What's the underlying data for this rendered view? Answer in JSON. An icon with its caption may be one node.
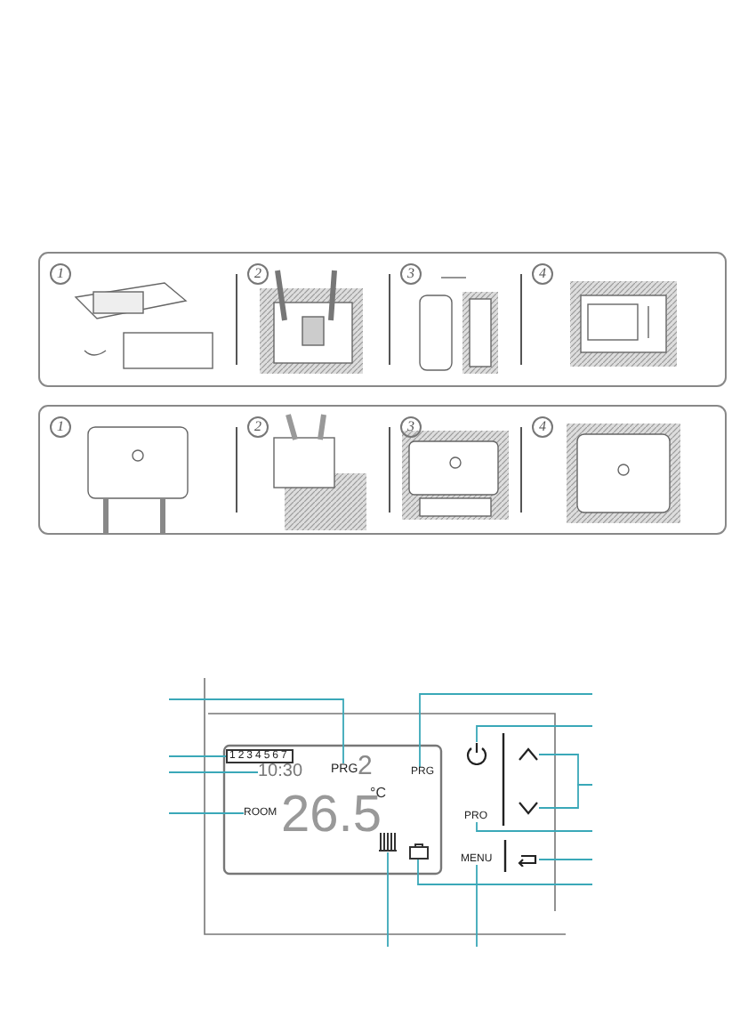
{
  "diagram": {
    "nodes": [
      {
        "text": [
          "PRG"
        ]
      },
      {
        "text": [
          "1234567"
        ]
      },
      {
        "text": [
          "10:30"
        ]
      },
      {
        "text": [
          "ROOM"
        ]
      },
      {
        "text": [],
        "shape": "radiator"
      },
      {
        "text": [
          "PRG"
        ]
      },
      {
        "text": [],
        "shape": "suitcase"
      },
      {
        "text": [],
        "shape": "button"
      },
      {
        "text": [],
        "shape": "button"
      },
      {
        "text": [],
        "shape": "button"
      },
      {
        "text": [
          "PRO"
        ]
      },
      {
        "text": [],
        "shape": "button"
      },
      {
        "text": [
          "MENU"
        ]
      }
    ],
    "edges": [
      {
        "from": null,
        "to": 0,
        "arrow": "none"
      },
      {
        "from": null,
        "to": 1,
        "arrow": "none"
      },
      {
        "from": null,
        "to": 2,
        "arrow": "none"
      },
      {
        "from": null,
        "to": 3,
        "arrow": "none"
      },
      {
        "from": null,
        "to": 4,
        "arrow": "none"
      },
      {
        "from": null,
        "to": 5,
        "arrow": "none"
      },
      {
        "from": null,
        "to": 6,
        "arrow": "none"
      },
      {
        "from": null,
        "to": 7,
        "arrow": "none"
      },
      {
        "from": null,
        "to": 8,
        "arrow": "none"
      },
      {
        "from": null,
        "to": 9,
        "arrow": "none"
      },
      {
        "from": null,
        "to": 10,
        "arrow": "none"
      },
      {
        "from": null,
        "to": 11,
        "arrow": "none"
      },
      {
        "from": null,
        "to": 12,
        "arrow": "none"
      }
    ],
    "labels": [
      "1",
      "2",
      "3",
      "4",
      "1",
      "2",
      "3",
      "4",
      "2",
      "26.5",
      "°C"
    ]
  }
}
